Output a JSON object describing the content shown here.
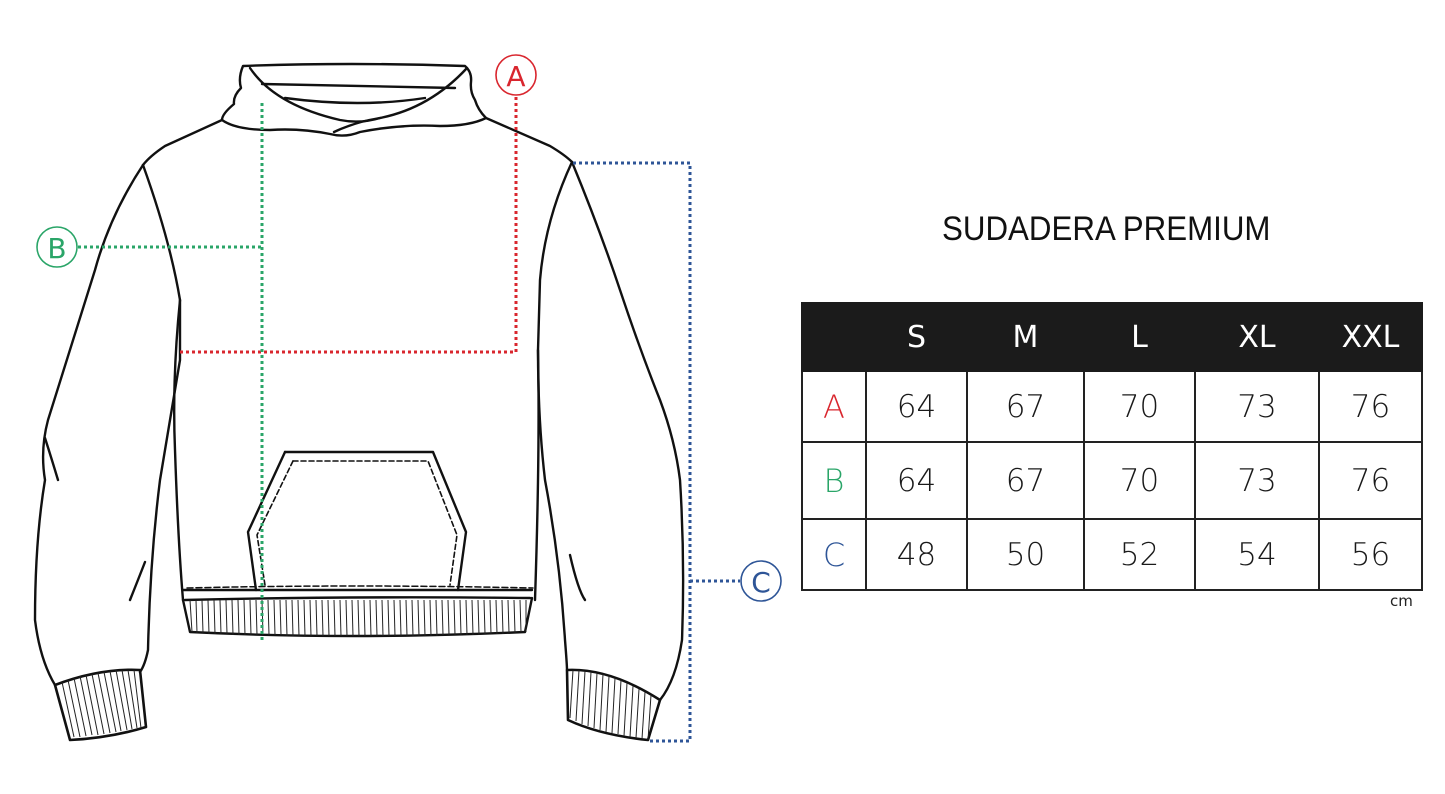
{
  "title": "SUDADERA PREMIUM",
  "colors": {
    "A": "#d9262e",
    "B": "#2aa568",
    "C": "#2e5597",
    "outline": "#111111",
    "header_bg": "#1b1b1b"
  },
  "markers": {
    "A": {
      "label": "A",
      "meaning": "length"
    },
    "B": {
      "label": "B",
      "meaning": "width"
    },
    "C": {
      "label": "C",
      "meaning": "sleeve"
    }
  },
  "table": {
    "headers": [
      "S",
      "M",
      "L",
      "XL",
      "XXL"
    ],
    "rows": [
      {
        "label": "A",
        "values": [
          "64",
          "67",
          "70",
          "73",
          "76"
        ]
      },
      {
        "label": "B",
        "values": [
          "64",
          "67",
          "70",
          "73",
          "76"
        ]
      },
      {
        "label": "C",
        "values": [
          "48",
          "50",
          "52",
          "54",
          "56"
        ]
      }
    ],
    "unit": "cm"
  }
}
